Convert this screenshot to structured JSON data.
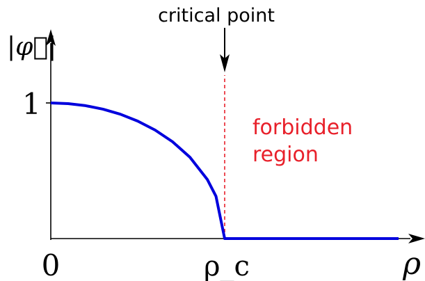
{
  "chart_data": {
    "type": "line",
    "x_ticks": [
      "0",
      "ρ_c"
    ],
    "y_ticks": [
      "1"
    ],
    "xlabel": "ρ",
    "ylabel": "|φ⃗|",
    "annotations": {
      "critical_point": "critical point",
      "forbidden_region": [
        "forbidden",
        "region"
      ]
    },
    "xlim": [
      0,
      2
    ],
    "ylim": [
      0,
      1
    ],
    "critical_x": 1,
    "series": [
      {
        "color": "#0000dd",
        "x": [
          0,
          0.1,
          0.2,
          0.3,
          0.4,
          0.5,
          0.6,
          0.7,
          0.8,
          0.9,
          0.95,
          1.0,
          2.0
        ],
        "y": [
          1,
          0.995,
          0.98,
          0.954,
          0.917,
          0.866,
          0.8,
          0.714,
          0.6,
          0.436,
          0.312,
          0,
          0
        ]
      }
    ],
    "colors": {
      "axes": "#000000",
      "curve": "#0000dd",
      "critical_line": "#e8202a",
      "forbidden_text": "#e8202a"
    }
  }
}
